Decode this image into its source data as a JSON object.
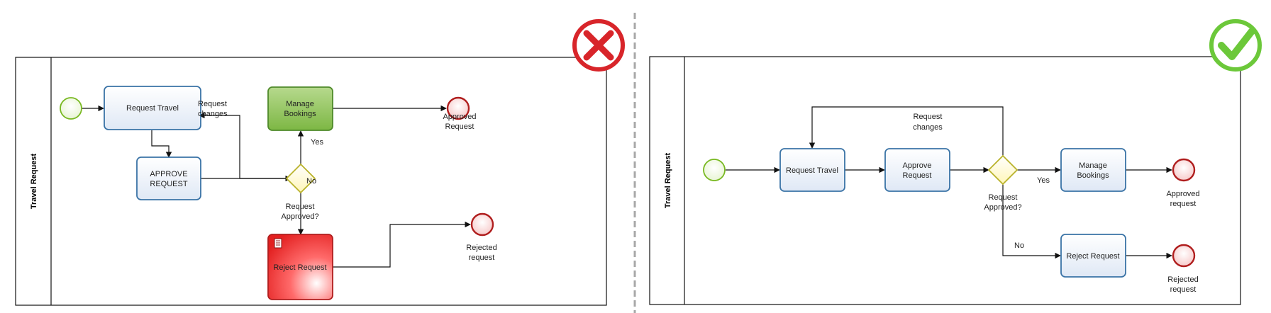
{
  "left": {
    "lane_label": "Travel Request",
    "tasks": {
      "request_travel": "Request Travel",
      "approve_line1": "APPROVE",
      "approve_line2": "REQUEST",
      "manage_line1": "Manage",
      "manage_line2": "Bookings",
      "reject": "Reject Request"
    },
    "labels": {
      "request_changes_1": "Request",
      "request_changes_2": "changes",
      "yes": "Yes",
      "no": "No",
      "gateway_1": "Request",
      "gateway_2": "Approved?",
      "approved_1": "Approved",
      "approved_2": "Request",
      "rejected_1": "Rejected",
      "rejected_2": "request"
    }
  },
  "right": {
    "lane_label": "Travel Request",
    "tasks": {
      "request_travel": "Request Travel",
      "approve_line1": "Approve",
      "approve_line2": "Request",
      "manage_line1": "Manage",
      "manage_line2": "Bookings",
      "reject": "Reject Request"
    },
    "labels": {
      "request_changes_1": "Request",
      "request_changes_2": "changes",
      "yes": "Yes",
      "no": "No",
      "gateway_1": "Request",
      "gateway_2": "Approved?",
      "approved_1": "Approved",
      "approved_2": "request",
      "rejected_1": "Rejected",
      "rejected_2": "request"
    }
  },
  "colors": {
    "task_border": "#3a73a6",
    "start_border": "#78b820",
    "end_border": "#b01e1e",
    "gateway_border": "#b9b22a",
    "wrong_mark": "#d8252a",
    "right_mark": "#6cc83a"
  },
  "icons": {
    "wrong": "cross-mark-icon",
    "right": "check-mark-icon",
    "script": "script-task-icon"
  }
}
